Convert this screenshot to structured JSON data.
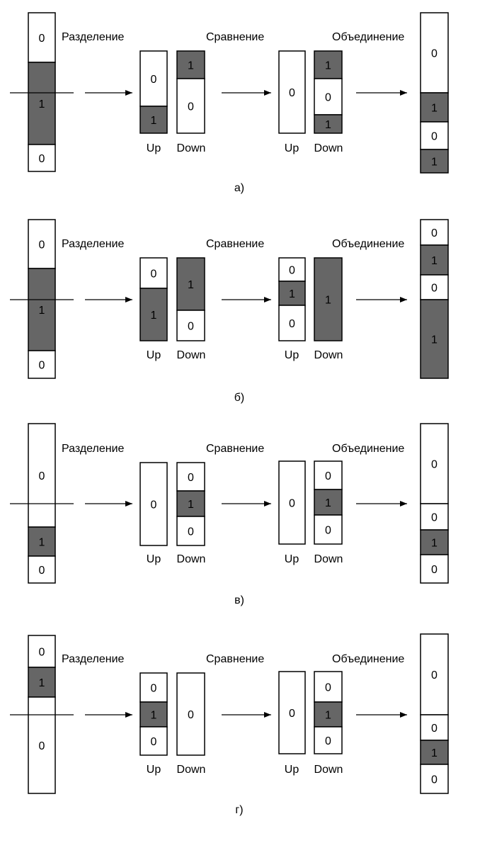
{
  "colors": {
    "white": "#ffffff",
    "dark": "#666666",
    "stroke": "#000000"
  },
  "labels": {
    "split": "Разделение",
    "compare": "Сравнение",
    "merge": "Объединение",
    "up": "Up",
    "down": "Down"
  },
  "panels": [
    {
      "caption": "а)",
      "input": [
        {
          "v": "0",
          "c": "white"
        },
        {
          "v": "1",
          "c": "dark"
        },
        {
          "v": "0",
          "c": "white"
        }
      ],
      "up1": [
        {
          "v": "0",
          "c": "white"
        },
        {
          "v": "1",
          "c": "dark"
        }
      ],
      "down1": [
        {
          "v": "1",
          "c": "dark"
        },
        {
          "v": "0",
          "c": "white"
        }
      ],
      "up2": [
        {
          "v": "0",
          "c": "white"
        }
      ],
      "down2": [
        {
          "v": "1",
          "c": "dark"
        },
        {
          "v": "0",
          "c": "white"
        },
        {
          "v": "1",
          "c": "dark"
        }
      ],
      "output": [
        {
          "v": "0",
          "c": "white"
        },
        {
          "v": "1",
          "c": "dark"
        },
        {
          "v": "0",
          "c": "white"
        },
        {
          "v": "1",
          "c": "dark"
        }
      ]
    },
    {
      "caption": "б)",
      "input": [
        {
          "v": "0",
          "c": "white"
        },
        {
          "v": "1",
          "c": "dark"
        },
        {
          "v": "0",
          "c": "white"
        }
      ],
      "up1": [
        {
          "v": "0",
          "c": "white"
        },
        {
          "v": "1",
          "c": "dark"
        }
      ],
      "down1": [
        {
          "v": "1",
          "c": "dark"
        },
        {
          "v": "0",
          "c": "white"
        }
      ],
      "up2": [
        {
          "v": "0",
          "c": "white"
        },
        {
          "v": "1",
          "c": "dark"
        },
        {
          "v": "0",
          "c": "white"
        }
      ],
      "down2": [
        {
          "v": "1",
          "c": "dark"
        }
      ],
      "output": [
        {
          "v": "0",
          "c": "white"
        },
        {
          "v": "1",
          "c": "dark"
        },
        {
          "v": "0",
          "c": "white"
        },
        {
          "v": "1",
          "c": "dark"
        }
      ]
    },
    {
      "caption": "в)",
      "input": [
        {
          "v": "0",
          "c": "white"
        },
        {
          "v": "1",
          "c": "dark"
        },
        {
          "v": "0",
          "c": "white"
        }
      ],
      "up1": [
        {
          "v": "0",
          "c": "white"
        }
      ],
      "down1": [
        {
          "v": "0",
          "c": "white"
        },
        {
          "v": "1",
          "c": "dark"
        },
        {
          "v": "0",
          "c": "white"
        }
      ],
      "up2": [
        {
          "v": "0",
          "c": "white"
        }
      ],
      "down2": [
        {
          "v": "0",
          "c": "white"
        },
        {
          "v": "1",
          "c": "dark"
        },
        {
          "v": "0",
          "c": "white"
        }
      ],
      "output": [
        {
          "v": "0",
          "c": "white"
        },
        {
          "v": "0",
          "c": "white"
        },
        {
          "v": "1",
          "c": "dark"
        },
        {
          "v": "0",
          "c": "white"
        }
      ]
    },
    {
      "caption": "г)",
      "input": [
        {
          "v": "0",
          "c": "white"
        },
        {
          "v": "1",
          "c": "dark"
        },
        {
          "v": "0",
          "c": "white"
        }
      ],
      "up1": [
        {
          "v": "0",
          "c": "white"
        },
        {
          "v": "1",
          "c": "dark"
        },
        {
          "v": "0",
          "c": "white"
        }
      ],
      "down1": [
        {
          "v": "0",
          "c": "white"
        }
      ],
      "up2": [
        {
          "v": "0",
          "c": "white"
        }
      ],
      "down2": [
        {
          "v": "0",
          "c": "white"
        },
        {
          "v": "1",
          "c": "dark"
        },
        {
          "v": "0",
          "c": "white"
        }
      ],
      "output": [
        {
          "v": "0",
          "c": "white"
        },
        {
          "v": "0",
          "c": "white"
        },
        {
          "v": "1",
          "c": "dark"
        },
        {
          "v": "0",
          "c": "white"
        }
      ]
    }
  ]
}
